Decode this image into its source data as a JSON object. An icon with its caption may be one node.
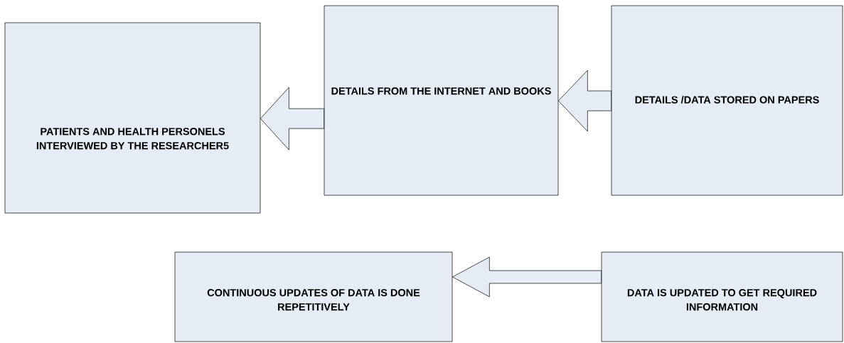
{
  "diagram": {
    "nodes": [
      {
        "text": [
          "PATIENTS AND HEALTH PERSONELS INTERVIEWED BY THE RESEARCHER5"
        ]
      },
      {
        "text": [
          "DETAILS FROM THE INTERNET AND BOOKS"
        ]
      },
      {
        "text": [
          "DETAILS /DATA STORED ON PAPERS"
        ]
      },
      {
        "text": [
          "CONTINUOUS UPDATES OF DATA IS DONE REPETITIVELY"
        ]
      },
      {
        "text": [
          "DATA IS UPDATED TO GET REQUIRED INFORMATION"
        ]
      }
    ],
    "edges": [
      {
        "from": 1,
        "to": 0,
        "arrow": "to"
      },
      {
        "from": 2,
        "to": 1,
        "arrow": "to"
      },
      {
        "from": 4,
        "to": 3,
        "arrow": "to"
      }
    ]
  }
}
